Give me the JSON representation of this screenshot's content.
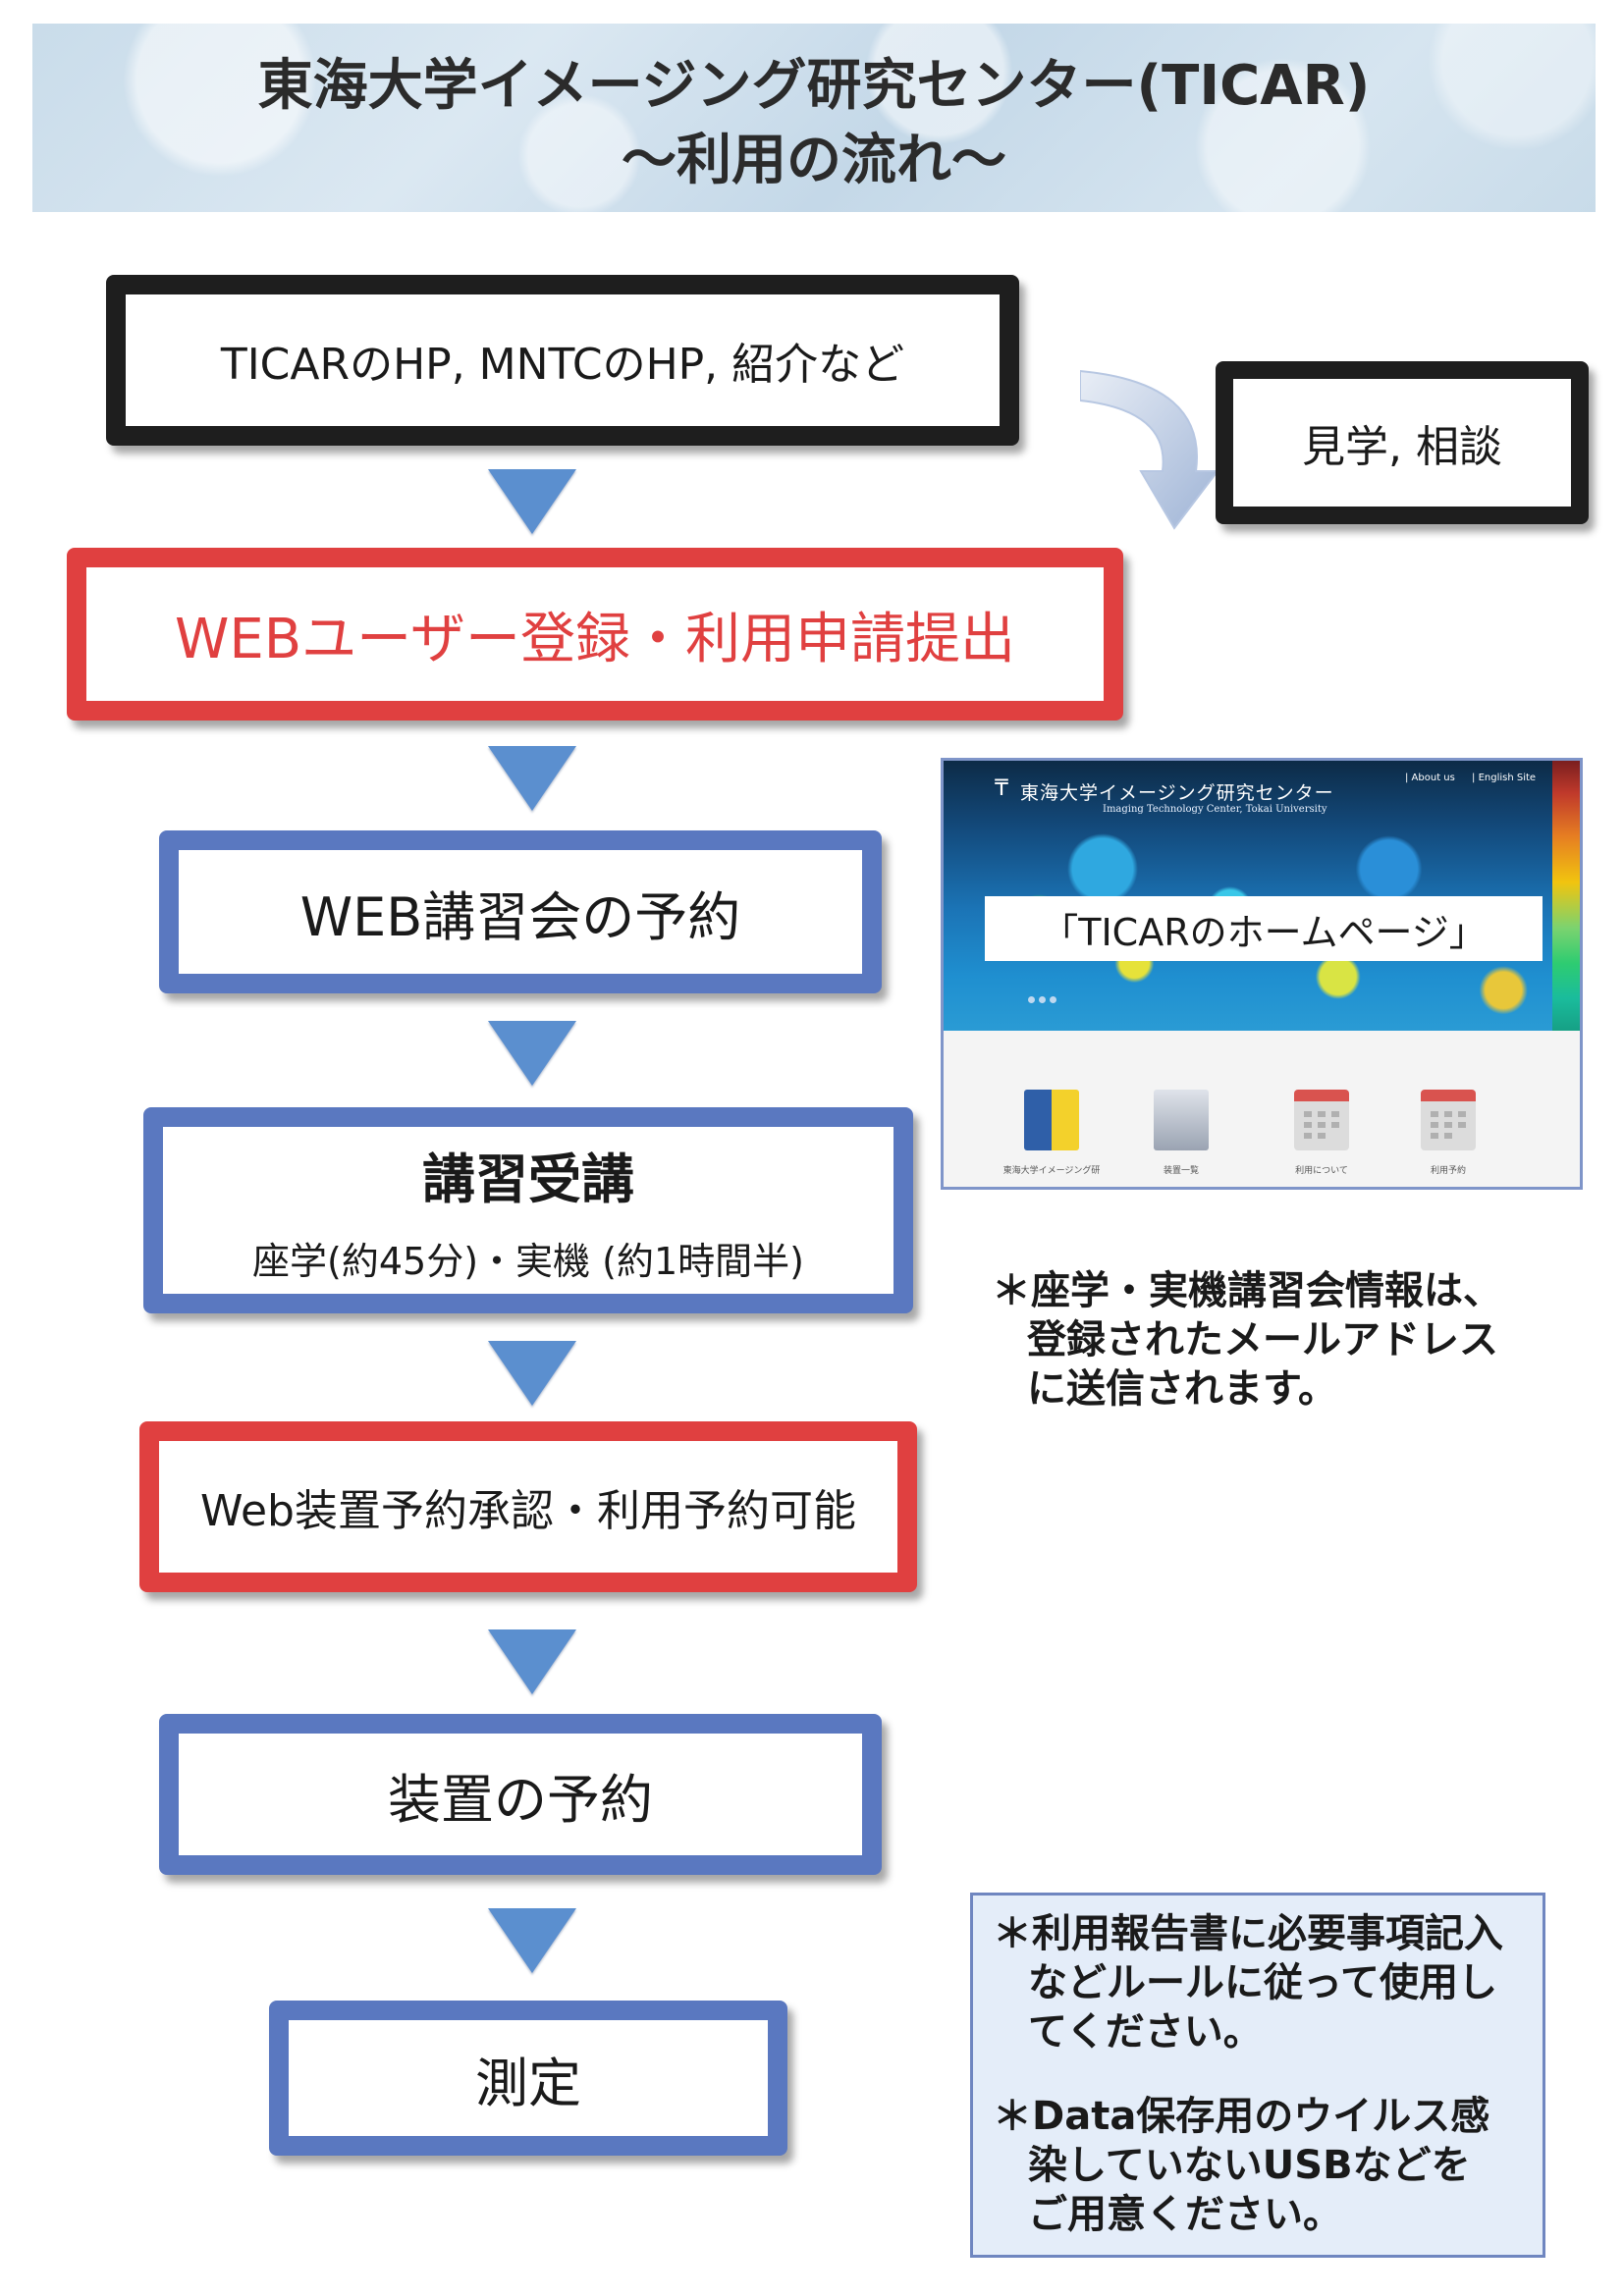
{
  "header": {
    "title_line1": "東海大学イメージング研究センター(TICAR)",
    "title_line2": "〜利用の流れ〜"
  },
  "flow": {
    "step1": "TICARのHP, MNTCのHP, 紹介など",
    "side_box": "見学, 相談",
    "step2": "WEBユーザー登録・利用申請提出",
    "step3": "WEB講習会の予約",
    "step4_title": "講習受講",
    "step4_detail": "座学(約45分)・実機 (約1時間半)",
    "step5": "Web装置予約承認・利用予約可能",
    "step6": "装置の予約",
    "step7": "測定"
  },
  "homepage_screenshot": {
    "label": "「TICARのホームページ」",
    "site_title": "東海大学イメージング研究センター",
    "site_subtitle": "Imaging Technology Center, Tokai University",
    "nav": [
      "| About us",
      "| English Site"
    ],
    "tiles": [
      "東海大学イメージング研",
      "装置一覧",
      "利用について",
      "利用予約"
    ]
  },
  "notes": {
    "lecture_info": [
      "＊座学・実機講習会情報は、",
      "登録されたメールアドレス",
      "に送信されます。"
    ],
    "rules": [
      "＊利用報告書に必要事項記入",
      "などルールに従って使用し",
      "てください。"
    ],
    "usb": [
      "＊Data保存用のウイルス感",
      "染していないUSBなどを",
      "ご用意ください。"
    ]
  },
  "colors": {
    "black_border": "#1e1e1e",
    "red_border": "#e04040",
    "blue_border": "#5a78c0",
    "arrow": "#5b8fcf",
    "red_text": "#e04040"
  }
}
